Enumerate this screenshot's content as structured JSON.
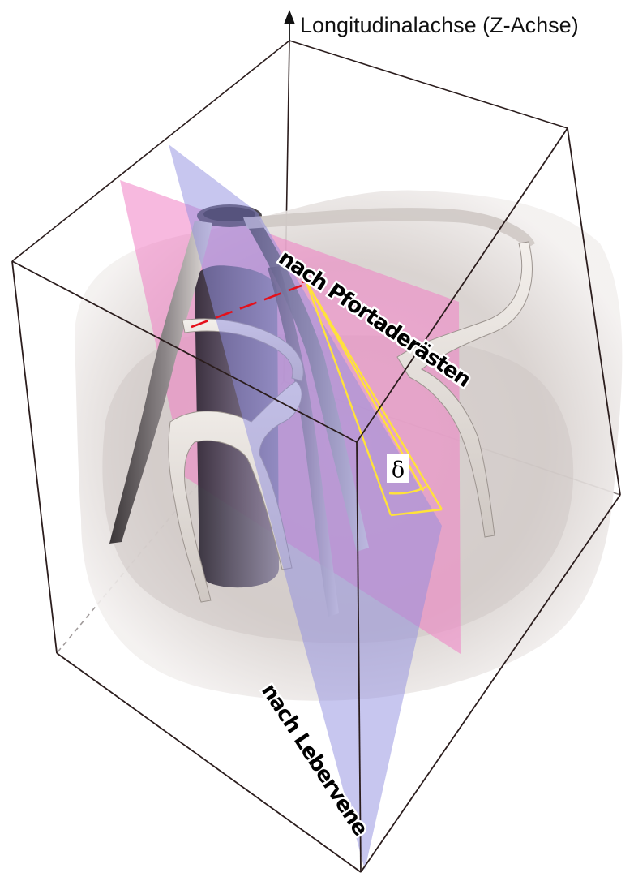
{
  "axis": {
    "label": "Longitudinalachse (Z-Achse)"
  },
  "labels": {
    "portal_plane": "nach Pfortaderästen",
    "hepatic_plane": "nach Lebervene",
    "angle": "δ"
  },
  "colors": {
    "box_edge": "#2b1d1d",
    "portal_plane": "#f07fc4",
    "hepatic_plane": "#8f8ee0",
    "angle_lines": "#ffe23a",
    "marker_line": "#e5101a",
    "tissue": "#d8d2cf",
    "vessel_dark": "#4a4448",
    "vessel_light": "#e9e4df"
  },
  "icons": {
    "axis_arrow": "arrow-up-icon"
  }
}
